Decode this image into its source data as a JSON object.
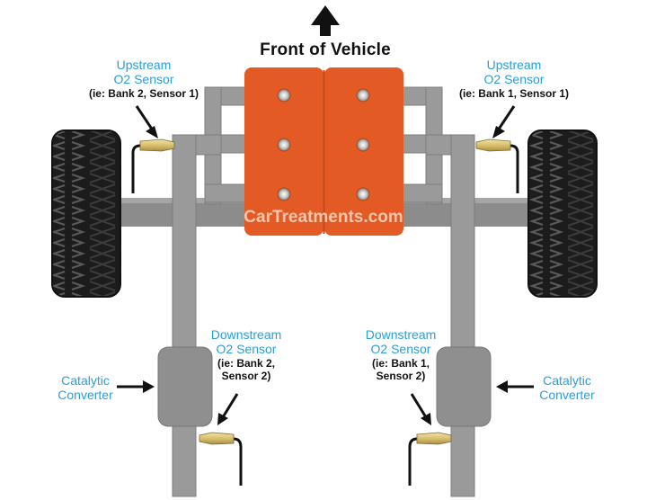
{
  "title": "Front of Vehicle",
  "watermark": "CarTreatments.com",
  "labels": {
    "upstream_left": {
      "name": "Upstream",
      "name2": "O2 Sensor",
      "detail": "(ie: Bank 2, Sensor 1)"
    },
    "upstream_right": {
      "name": "Upstream",
      "name2": "O2 Sensor",
      "detail": "(ie: Bank 1, Sensor 1)"
    },
    "downstream_left": {
      "name": "Downstream",
      "name2": "O2 Sensor",
      "detail": "(ie: Bank 2,",
      "detail2": "Sensor 2)"
    },
    "downstream_right": {
      "name": "Downstream",
      "name2": "O2 Sensor",
      "detail": "(ie: Bank 1,",
      "detail2": "Sensor 2)"
    },
    "catalytic_left": {
      "line1": "Catalytic",
      "line2": "Converter"
    },
    "catalytic_right": {
      "line1": "Catalytic",
      "line2": "Converter"
    }
  },
  "colors": {
    "engine": "#e35a25",
    "engine_dark": "#c44a1a",
    "pipe": "#9a9a9a",
    "pipe_dark": "#7d7d7d",
    "tire": "#1c1c1c",
    "sensor": "#d8c27a",
    "label_blue": "#2a9fd6",
    "watermark": "#f6c7ae"
  }
}
